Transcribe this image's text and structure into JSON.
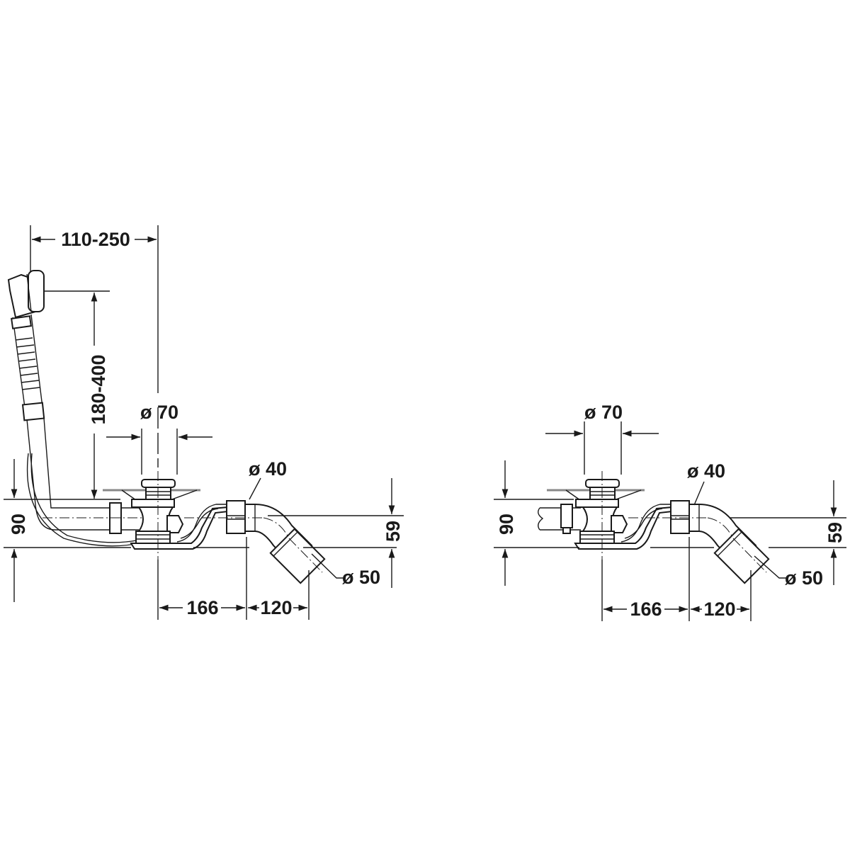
{
  "title": "Bath waste and overflow set – dimension drawing",
  "left_drawing": {
    "overflow_offset": "110-250",
    "overflow_height": "180-400",
    "drain_diameter": "ø 70",
    "pipe_diameter": "ø 40",
    "outlet_diameter": "ø 50",
    "total_height": "90",
    "outlet_height": "59",
    "drain_to_elbow": "166",
    "elbow_to_outlet": "120"
  },
  "right_drawing": {
    "drain_diameter": "ø 70",
    "pipe_diameter": "ø 40",
    "outlet_diameter": "ø 50",
    "total_height": "90",
    "outlet_height": "59",
    "drain_to_elbow": "166",
    "elbow_to_outlet": "120"
  },
  "colors": {
    "line": "#1a1a1a",
    "tub": "#888888",
    "background": "#ffffff"
  }
}
